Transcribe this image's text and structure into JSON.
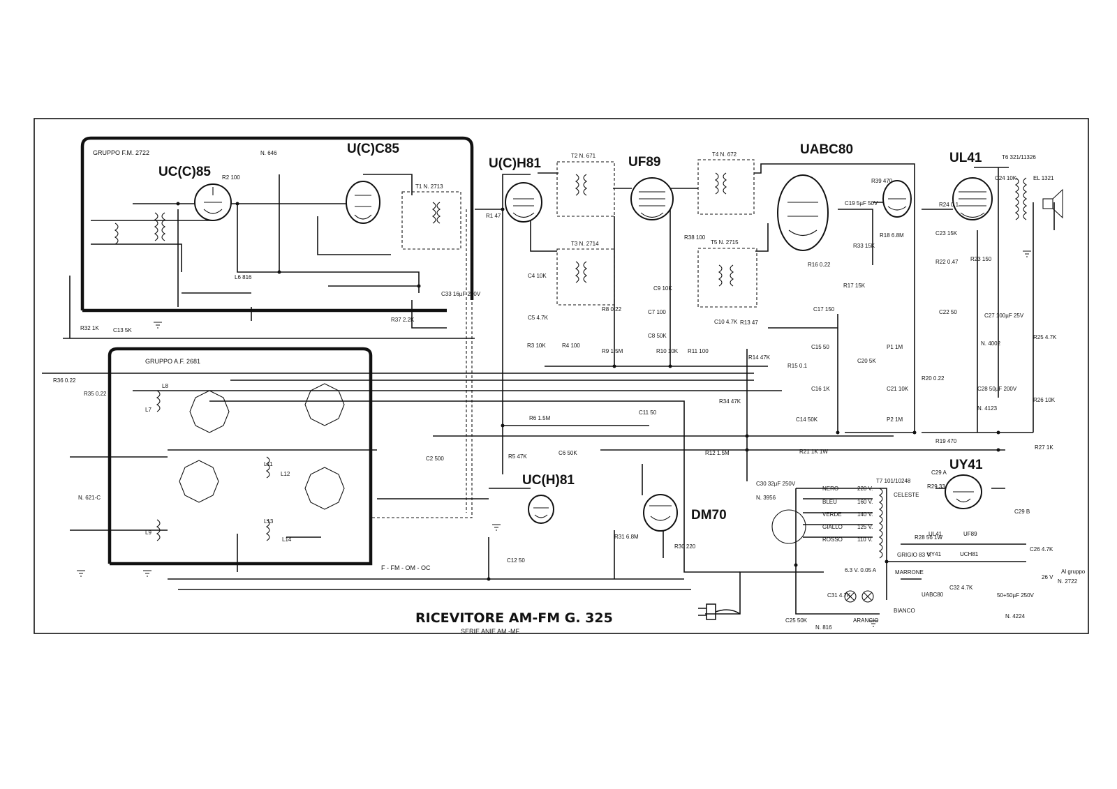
{
  "title": "RICEVITORE AM-FM G. 325",
  "subtitle": "SERIE ANIE AM.-MF.",
  "tubes": {
    "ucc85_a": "UC(C)85",
    "ucc85_b": "U(C)C85",
    "uch81_a": "U(C)H81",
    "uf89": "UF89",
    "uabc80": "UABC80",
    "ul41": "UL41",
    "uy41": "UY41",
    "uch81_b": "UC(H)81",
    "dm70": "DM70"
  },
  "groups": {
    "fm": "GRUPPO F.M. 2722",
    "af": "GRUPPO A.F. 2681",
    "band": "F - FM - OM - OC"
  },
  "transformers": {
    "t1": "T1 N. 2713",
    "t2": "T2 N. 671",
    "t3": "T3 N. 2714",
    "t4": "T4 N. 672",
    "t5": "T5 N. 2715",
    "t6": "T6 321/11326",
    "t7": "T7 101/10248",
    "n646": "N. 646",
    "n621c": "N. 621-C",
    "speaker": "EL 1321"
  },
  "components": {
    "r1": "R1 47",
    "r2": "R2 100",
    "r3": "R3 10K",
    "r4": "R4 100",
    "r5": "R5 47K",
    "r6": "R6 1.5M",
    "r8": "R8 0.22",
    "r9": "R9 1.5M",
    "r10": "R10 10K",
    "r11": "R11 100",
    "r12": "R12 1.5M",
    "r13": "R13 47",
    "r14": "R14 47K",
    "r15": "R15 0.1",
    "r16": "R16 0.22",
    "r17": "R17 15K",
    "r18": "R18 6.8M",
    "r19": "R19 470",
    "r20": "R20 0.22",
    "r21": "R21 1K 1W",
    "r22": "R22 0.47",
    "r23": "R23 150",
    "r24": "R24 0.1",
    "r25": "R25 4.7K",
    "r26": "R26 10K",
    "r27": "R27 1K",
    "r28": "R28 56 1W",
    "r29": "R29 33",
    "r30": "R30 220",
    "r31": "R31 6.8M",
    "r32": "R32 1K",
    "r33": "R33 15K",
    "r34": "R34 47K",
    "r35": "R35 0.22",
    "r36": "R36 0.22",
    "r37": "R37 2.2K",
    "r38": "R38 100",
    "r39": "R39 470",
    "c2": "C2 500",
    "c4": "C4 10K",
    "c5": "C5 4.7K",
    "c6": "C6 50K",
    "c7": "C7 100",
    "c8": "C8 50K",
    "c9": "C9 10K",
    "c10": "C10 4.7K",
    "c11": "C11 50",
    "c12": "C12 50",
    "c13": "C13 5K",
    "c14": "C14 50K",
    "c15": "C15 50",
    "c16": "C16 1K",
    "c17": "C17 150",
    "c19": "C19 5µF 50V",
    "c20": "C20 5K",
    "c21": "C21 10K",
    "c22": "C22 50",
    "c23": "C23 15K",
    "c24": "C24 10K",
    "c25": "C25 50K",
    "c26": "C26 4.7K",
    "c27": "C27 100µF 25V",
    "c28": "C28 50µF 200V",
    "c29a": "C29 A",
    "c29b": "C29 B",
    "c30": "C30 32µF 250V",
    "c31": "C31 4.7K",
    "c32": "C32 4.7K",
    "c33": "C33 16µF 200V",
    "p1": "P1 1M",
    "p2": "P2 1M",
    "l6": "L6 816",
    "l7": "L7",
    "l8": "L8",
    "l9": "L9",
    "l11": "L11",
    "l12": "L12",
    "l13": "L13",
    "l14": "L14"
  },
  "part_numbers": {
    "n4002": "N. 4002",
    "n4123": "N. 4123",
    "n3956": "N. 3956",
    "n816": "N. 816",
    "n2722": "N. 2722",
    "al_gruppo": "Al gruppo",
    "c29_value": "50+50µF 250V",
    "n4224": "N. 4224"
  },
  "wires": [
    {
      "name": "NERO",
      "volt": "220 V."
    },
    {
      "name": "BLEU",
      "volt": "160 V."
    },
    {
      "name": "VERDE",
      "volt": "140 V."
    },
    {
      "name": "GIALLO",
      "volt": "125 V."
    },
    {
      "name": "ROSSO",
      "volt": "110 V."
    }
  ],
  "power": {
    "celeste": "CELESTE",
    "grigio": "GRIGIO 83 V.",
    "marrone": "MARRONE",
    "bianco": "BIANCO",
    "arancio": "ARANCIO",
    "lamp": "6.3 V. 0.05 A",
    "v26": "26 V",
    "heaters": [
      "UL41",
      "UF89",
      "UY41",
      "UCH81",
      "UABC80"
    ]
  }
}
